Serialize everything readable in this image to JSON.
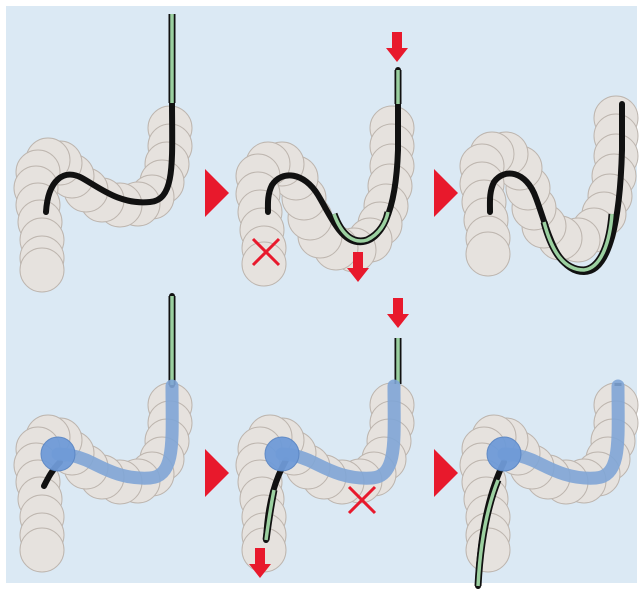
{
  "colors": {
    "background": "#dbe9f4",
    "frame": "#ffffff",
    "tube_fill": "#e6e2de",
    "tube_stroke": "#bdb5ae",
    "wire": "#111111",
    "wire_highlight": "#9bd0a0",
    "balloon_sheath": "#7fa5d6",
    "balloon": "#6f9bd8",
    "arrow": "#e8192c",
    "cross": "#e8192c"
  },
  "diagram": {
    "rows": [
      {
        "name": "top-row",
        "panels": [
          {
            "name": "panel-1",
            "stage": "initial",
            "has_push_arrow": false,
            "has_pull_arrow": false,
            "has_cross": false,
            "has_balloon": false
          },
          {
            "name": "panel-2",
            "stage": "push",
            "has_push_arrow": true,
            "has_pull_arrow": true,
            "has_cross": true,
            "has_balloon": false
          },
          {
            "name": "panel-3",
            "stage": "result",
            "has_push_arrow": false,
            "has_pull_arrow": false,
            "has_cross": false,
            "has_balloon": false
          }
        ]
      },
      {
        "name": "bottom-row",
        "panels": [
          {
            "name": "panel-4",
            "stage": "initial",
            "has_push_arrow": false,
            "has_pull_arrow": false,
            "has_cross": false,
            "has_balloon": true
          },
          {
            "name": "panel-5",
            "stage": "push",
            "has_push_arrow": true,
            "has_pull_arrow": true,
            "has_cross": true,
            "has_balloon": true
          },
          {
            "name": "panel-6",
            "stage": "result",
            "has_push_arrow": false,
            "has_pull_arrow": false,
            "has_cross": false,
            "has_balloon": true
          }
        ]
      }
    ],
    "step_arrows": [
      "step-arrow-1",
      "step-arrow-2",
      "step-arrow-3",
      "step-arrow-4"
    ]
  }
}
